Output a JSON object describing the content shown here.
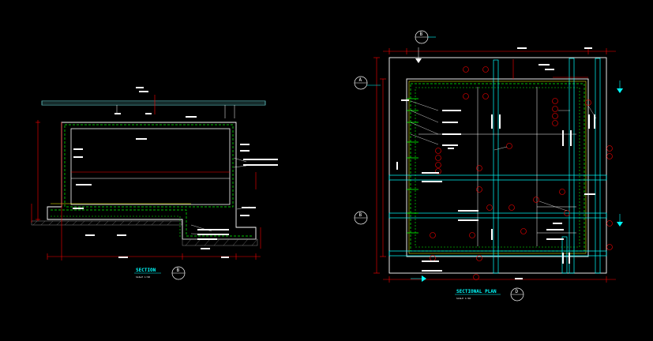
{
  "section_view": {
    "title": "SECTION",
    "scale": "SCALE 1:50",
    "tag": "B"
  },
  "plan_view": {
    "title": "SECTIONAL PLAN",
    "scale": "SCALE 1:50",
    "tag": "D"
  },
  "callouts": {
    "top": "B",
    "left_upper": "A",
    "left_lower": "B"
  },
  "colors": {
    "background": "#000000",
    "outline": "#ffffff",
    "dimension": "#ff0000",
    "rebar": "#00ff00",
    "bars": "#00ffff",
    "rebar_alt": "#ffff00"
  }
}
